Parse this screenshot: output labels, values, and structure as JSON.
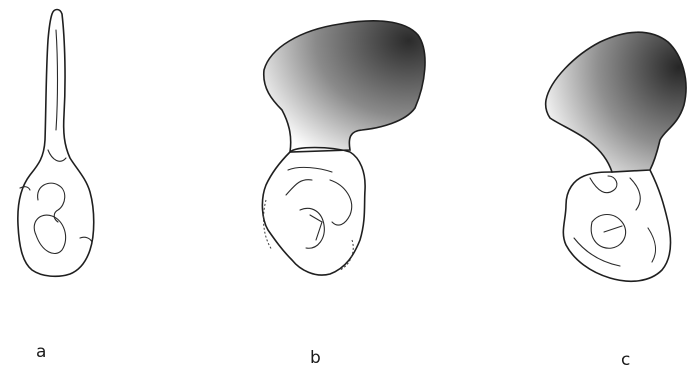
{
  "figure": {
    "panels": [
      {
        "label": "a"
      },
      {
        "label": "b"
      },
      {
        "label": "c"
      }
    ],
    "colors": {
      "background": "#ffffff",
      "stroke": "#1f1f1f",
      "shade_dark": "#2b2b2b",
      "shade_light": "#ffffff"
    }
  }
}
